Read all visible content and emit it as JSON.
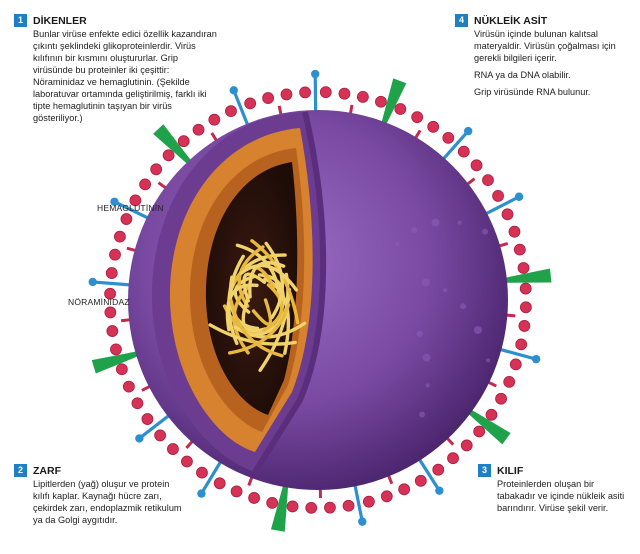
{
  "notes": [
    {
      "num": "1",
      "title": "DİKENLER",
      "lines": [
        "Bunlar virüse enfekte edici özellik kazandıran çıkıntı şeklindeki glikoproteinlerdir. Virüs kılıfının bir kısmını oluştururlar. Grip virüsünde bu proteinler iki çeşittir: Nöraminidaz ve hemaglutinin. (Şekilde laboratuvar ortamında geliştirilmiş, farklı iki tipte hemaglutinin taşıyan bir virüs gösteriliyor.)"
      ]
    },
    {
      "num": "4",
      "title": "NÜKLEİK ASİT",
      "lines": [
        "Virüsün içinde bulunan kalıtsal materyaldir. Virüsün çoğalması için gerekli bilgileri içerir.",
        "RNA ya da DNA olabilir.",
        "Grip virüsünde RNA bulunur."
      ]
    },
    {
      "num": "2",
      "title": "ZARF",
      "lines": [
        "Lipitlerden (yağ) oluşur ve protein kılıfı kaplar. Kaynağı hücre zarı, çekirdek zarı, endoplazmik retikulum ya da Golgi aygıtıdır."
      ]
    },
    {
      "num": "3",
      "title": "KILIF",
      "lines": [
        "Proteinlerden oluşan bir tabakadır ve içinde nükleik asiti barındırır. Virüse şekil verir."
      ]
    }
  ],
  "labels": {
    "hemaglutinin": "HEMAGLUTİNİN",
    "noraminidaz": "NÖRAMİNİDAZ"
  },
  "colors": {
    "badge": "#1f7fc4",
    "capsid": "#7a4aa3",
    "envelope": "#6b3c8f",
    "inner_layer": "#d6822e",
    "rna": "#f0d36a",
    "spike_blue": "#2c8fd0",
    "spike_green": "#1fa24a",
    "spike_red": "#d63256"
  }
}
